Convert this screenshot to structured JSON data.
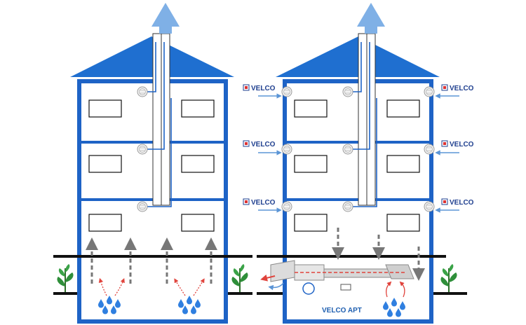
{
  "brand": {
    "name": "VELCO",
    "product_label": "VELCO APT"
  },
  "colors": {
    "building_blue": "#1e63c6",
    "roof_blue": "#1f6fd0",
    "fresh_air_blue": "#5b95d6",
    "exhaust_arrow_blue": "#7fb0e6",
    "warm_air_red": "#e0433c",
    "radon_arrow_gray": "#777777",
    "ground_black": "#111111",
    "water_drop_blue": "#2f7fe0",
    "plant_green": "#2f8f3a"
  },
  "buildings": [
    {
      "id": "left",
      "scenario": "without-system",
      "floors": 3
    },
    {
      "id": "right",
      "scenario": "with-velco-system",
      "floors": 3
    }
  ],
  "icons": {
    "vent": "round-wall-vent-icon",
    "logo": "velco-logo-icon",
    "plant": "plant-icon",
    "water_drop": "water-drop-icon",
    "exhaust_arrow": "up-arrow-icon",
    "ventilation_unit": "ventilation-unit-icon"
  }
}
